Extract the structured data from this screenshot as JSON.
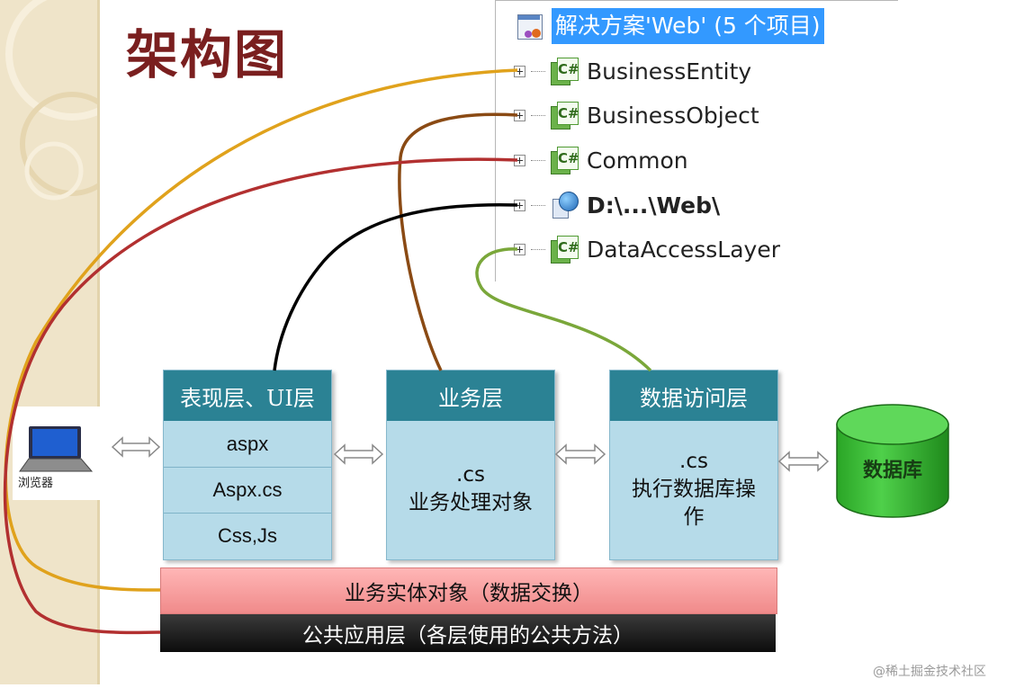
{
  "title": "架构图",
  "solution": {
    "title": "解决方案'Web' (5 个项目)",
    "projects": [
      {
        "name": "BusinessEntity",
        "icon": "csharp-project-icon",
        "bold": false
      },
      {
        "name": "BusinessObject",
        "icon": "csharp-project-icon",
        "bold": false
      },
      {
        "name": "Common",
        "icon": "csharp-project-icon",
        "bold": false
      },
      {
        "name": "D:\\...\\Web\\",
        "icon": "web-project-icon",
        "bold": true
      },
      {
        "name": "DataAccessLayer",
        "icon": "csharp-project-icon",
        "bold": false
      }
    ]
  },
  "client": {
    "label": "浏览器"
  },
  "layers": {
    "ui": {
      "title": "表现层、UI层",
      "items": [
        "aspx",
        "Aspx.cs",
        "Css,Js"
      ]
    },
    "business": {
      "title": "业务层",
      "line1": ".cs",
      "line2": "业务处理对象"
    },
    "data_access": {
      "title": "数据访问层",
      "line1": ".cs",
      "line2": "执行数据库操",
      "line3": "作"
    }
  },
  "database": {
    "label": "数据库"
  },
  "bars": {
    "entity": "业务实体对象（数据交换）",
    "common": "公共应用层（各层使用的公共方法）"
  },
  "colors": {
    "entity_link": "#e0a21c",
    "business_link": "#8a4a14",
    "common_link": "#b23030",
    "web_link": "#000000",
    "dal_link": "#7aa73a",
    "layer_header": "#2b8294",
    "database": "#33bb2e"
  },
  "watermark": "@稀土掘金技术社区"
}
